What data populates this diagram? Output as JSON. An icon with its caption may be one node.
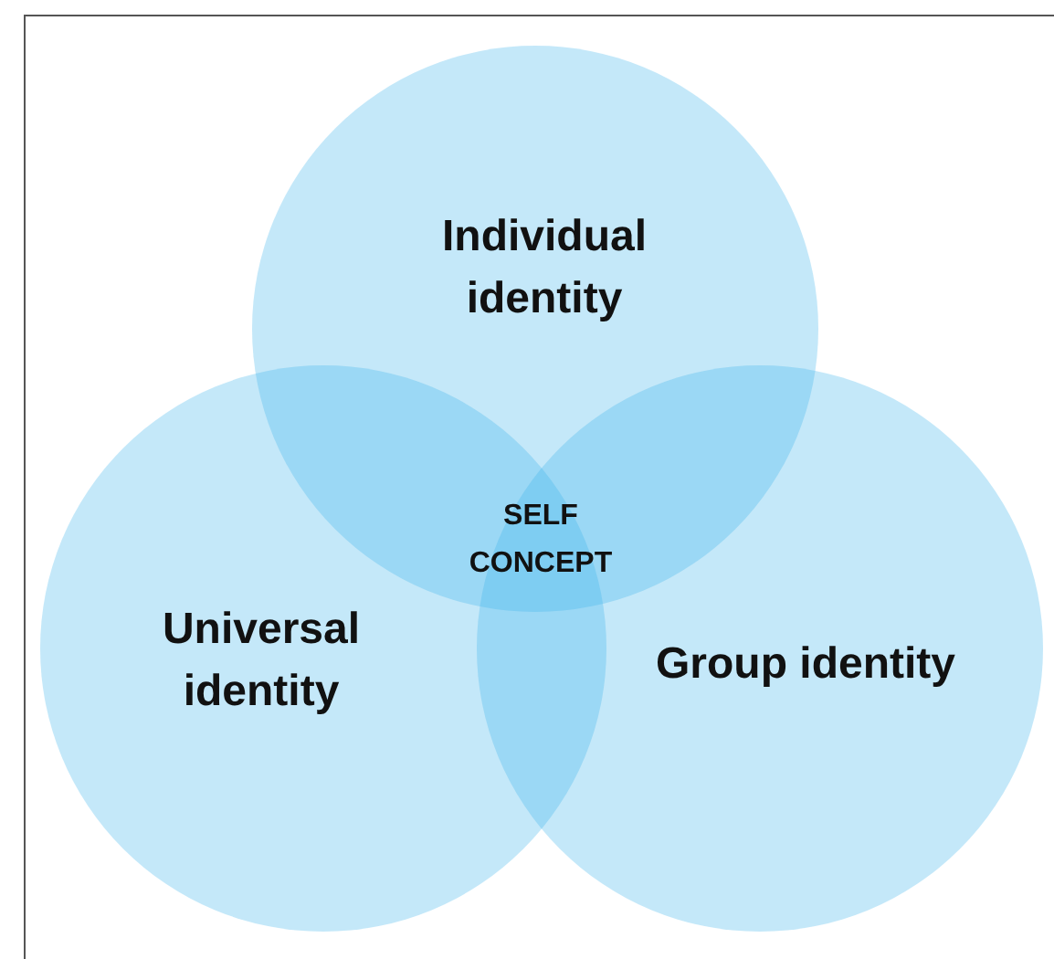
{
  "diagram": {
    "nodes": [
      {
        "text": [
          "Individual identity"
        ]
      },
      {
        "text": [
          "Universal identity"
        ]
      },
      {
        "text": [
          "Group identity"
        ]
      }
    ],
    "labels": [
      "SELF CONCEPT"
    ]
  }
}
